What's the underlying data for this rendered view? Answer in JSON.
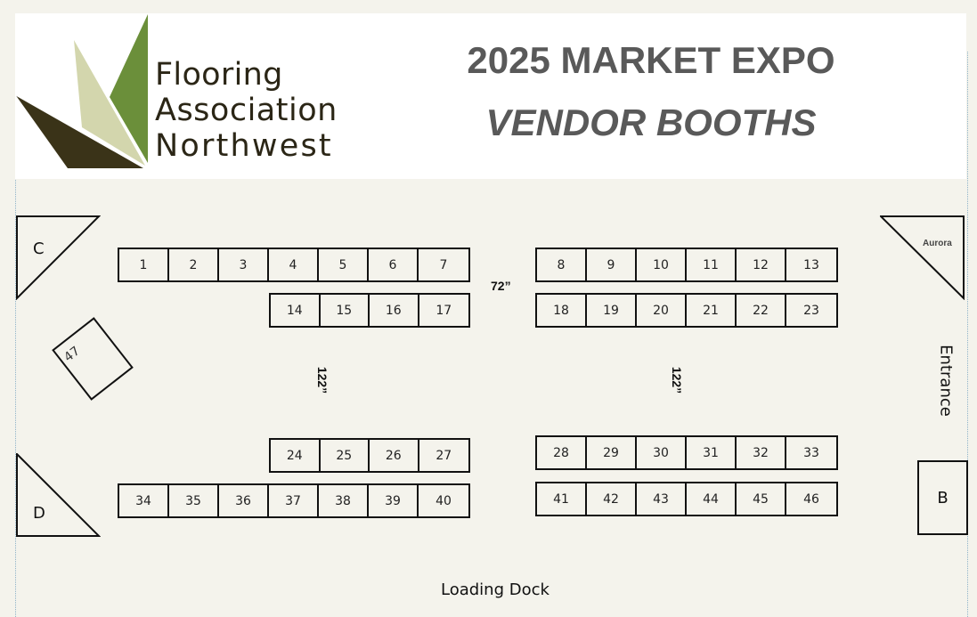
{
  "header": {
    "logo": {
      "lines": [
        "Flooring",
        "Association",
        "Northwest"
      ],
      "colors": {
        "dark": "#3a3318",
        "light": "#d3d6ad",
        "green": "#6b8f3a"
      }
    },
    "title": "2025 MARKET EXPO",
    "subtitle": "VENDOR BOOTHS"
  },
  "floorplan": {
    "rows": {
      "top_left_1": [
        "1",
        "2",
        "3",
        "4",
        "5",
        "6",
        "7"
      ],
      "top_left_2": [
        "14",
        "15",
        "16",
        "17"
      ],
      "top_right_1": [
        "8",
        "9",
        "10",
        "11",
        "12",
        "13"
      ],
      "top_right_2": [
        "18",
        "19",
        "20",
        "21",
        "22",
        "23"
      ],
      "bottom_left_1": [
        "24",
        "25",
        "26",
        "27"
      ],
      "bottom_left_2": [
        "34",
        "35",
        "36",
        "37",
        "38",
        "39",
        "40"
      ],
      "bottom_right_1": [
        "28",
        "29",
        "30",
        "31",
        "32",
        "33"
      ],
      "bottom_right_2": [
        "41",
        "42",
        "43",
        "44",
        "45",
        "46"
      ]
    },
    "special_booths": {
      "c": "C",
      "d": "D",
      "b": "B",
      "aurora": "Aurora",
      "angled": "47"
    },
    "dimensions": {
      "center_aisle": "72”",
      "left_aisle": "122”",
      "right_aisle": "122”"
    },
    "labels": {
      "entrance": "Entrance",
      "loading_dock": "Loading Dock"
    }
  }
}
